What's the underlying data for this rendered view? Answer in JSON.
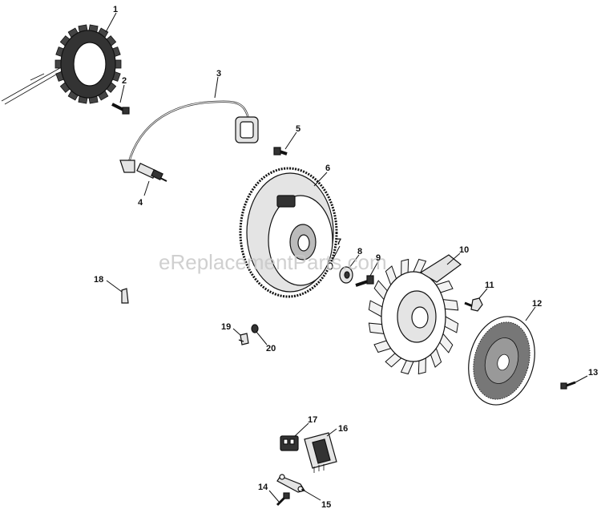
{
  "watermark": "eReplacementParts.com",
  "callouts": [
    "1",
    "2",
    "3",
    "4",
    "5",
    "6",
    "7",
    "8",
    "9",
    "10",
    "11",
    "12",
    "13",
    "14",
    "15",
    "16",
    "17",
    "18",
    "19",
    "20"
  ]
}
